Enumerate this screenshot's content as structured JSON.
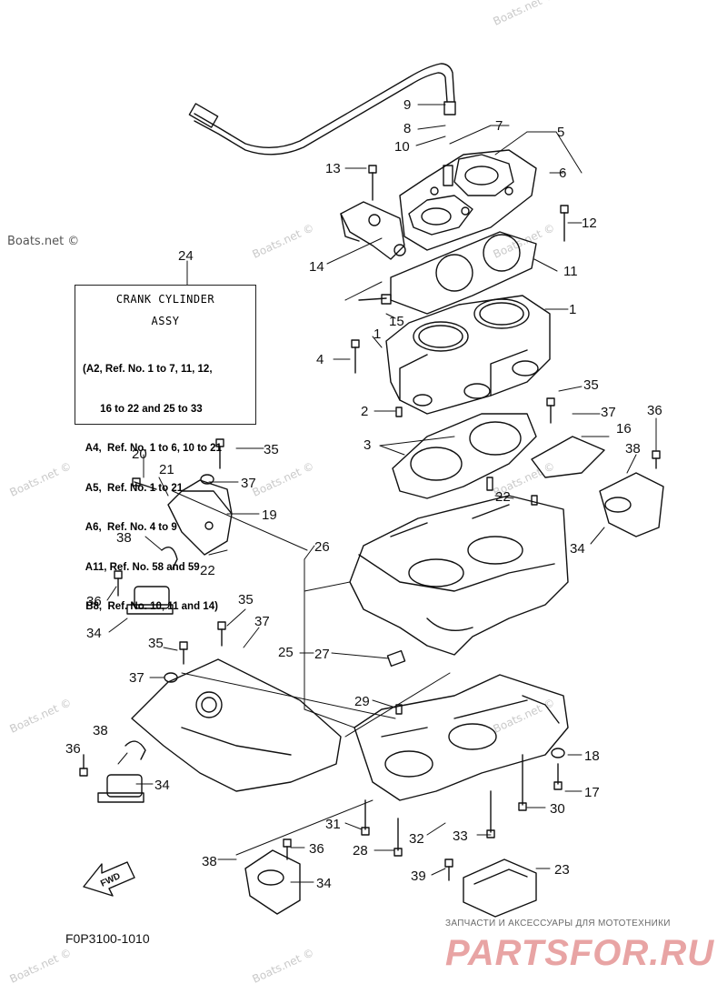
{
  "watermark": "Boats.net ©",
  "table_box": {
    "ref": "24",
    "title1": "CRANK CYLINDER",
    "title2": "ASSY",
    "lines": [
      "(A2, Ref. No. 1 to 7, 11, 12,",
      "      16 to 22 and 25 to 33",
      " A4,  Ref. No. 1 to 6, 10 to 21",
      " A5,  Ref. No. 1 to 21",
      " A6,  Ref. No. 4 to 9",
      " A11, Ref. No. 58 and 59",
      " B8,  Ref. No. 10, 11 and 14)"
    ]
  },
  "fwd_label": "FWD",
  "figure_code": "F0P3100-1010",
  "brand_subtitle": "ЗАПЧАСТИ И АКСЕССУАРЫ ДЛЯ МОТОТЕХНИКИ",
  "brand_name": "PARTSFOR.RU",
  "callouts": {
    "c1a": "1",
    "c1b": "1",
    "c2": "2",
    "c3": "3",
    "c4": "4",
    "c5": "5",
    "c6": "6",
    "c7": "7",
    "c8": "8",
    "c9": "9",
    "c10": "10",
    "c11": "11",
    "c12": "12",
    "c13": "13",
    "c14": "14",
    "c15": "15",
    "c16": "16",
    "c17": "17",
    "c18": "18",
    "c19": "19",
    "c20": "20",
    "c21": "21",
    "c22a": "22",
    "c22b": "22",
    "c23": "23",
    "c25": "25",
    "c27": "27",
    "c26": "26",
    "c28": "28",
    "c29": "29",
    "c30": "30",
    "c31": "31",
    "c32": "32",
    "c33": "33",
    "c34a": "34",
    "c34b": "34",
    "c34c": "34",
    "c34d": "34",
    "c35a": "35",
    "c35b": "35",
    "c35c": "35",
    "c35d": "35",
    "c36a": "36",
    "c36b": "36",
    "c36c": "36",
    "c36d": "36",
    "c37a": "37",
    "c37b": "37",
    "c37c": "37",
    "c37d": "37",
    "c38a": "38",
    "c38b": "38",
    "c38c": "38",
    "c38d": "38",
    "c39": "39"
  }
}
